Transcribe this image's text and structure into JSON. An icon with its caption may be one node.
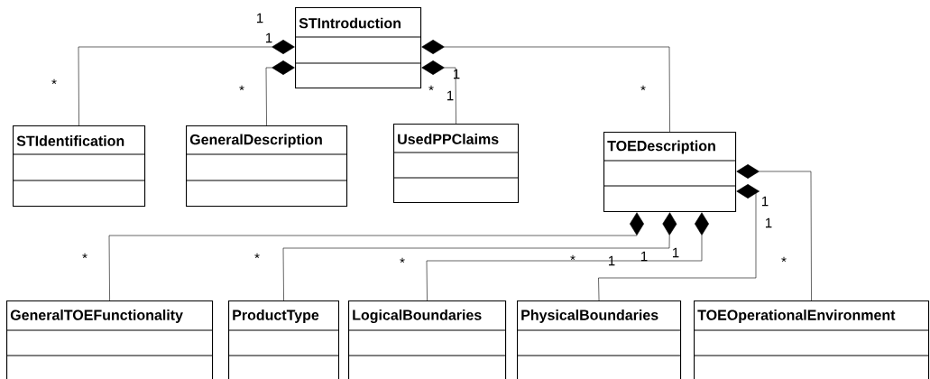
{
  "diagram": {
    "nodes": [
      {
        "text": [
          "STIntroduction"
        ]
      },
      {
        "text": [
          "STIdentification"
        ]
      },
      {
        "text": [
          "GeneralDescription"
        ]
      },
      {
        "text": [
          "UsedPPClaims"
        ]
      },
      {
        "text": [
          "TOEDescription"
        ]
      },
      {
        "text": [
          "GeneralTOEFunctionality"
        ]
      },
      {
        "text": [
          "ProductType"
        ]
      },
      {
        "text": [
          "LogicalBoundaries"
        ]
      },
      {
        "text": [
          "PhysicalBoundaries"
        ]
      },
      {
        "text": [
          "TOEOperationalEnvironment"
        ]
      }
    ],
    "edges": [
      {
        "from": 0,
        "to": 1,
        "arrow": "other"
      },
      {
        "from": 0,
        "to": 2,
        "arrow": "other"
      },
      {
        "from": 0,
        "to": 3,
        "arrow": "other"
      },
      {
        "from": 0,
        "to": 4,
        "arrow": "other"
      },
      {
        "from": 4,
        "to": 5,
        "arrow": "other"
      },
      {
        "from": 4,
        "to": 6,
        "arrow": "other"
      },
      {
        "from": 4,
        "to": 7,
        "arrow": "other"
      },
      {
        "from": 4,
        "to": 8,
        "arrow": "other"
      },
      {
        "from": 4,
        "to": 9,
        "arrow": "other"
      }
    ],
    "labels": [
      "1",
      "1",
      "1",
      "*",
      "*",
      "*",
      "*",
      "1",
      "1",
      "1",
      "1",
      "1",
      "*",
      "*",
      "*",
      "1",
      "*",
      "*"
    ]
  }
}
